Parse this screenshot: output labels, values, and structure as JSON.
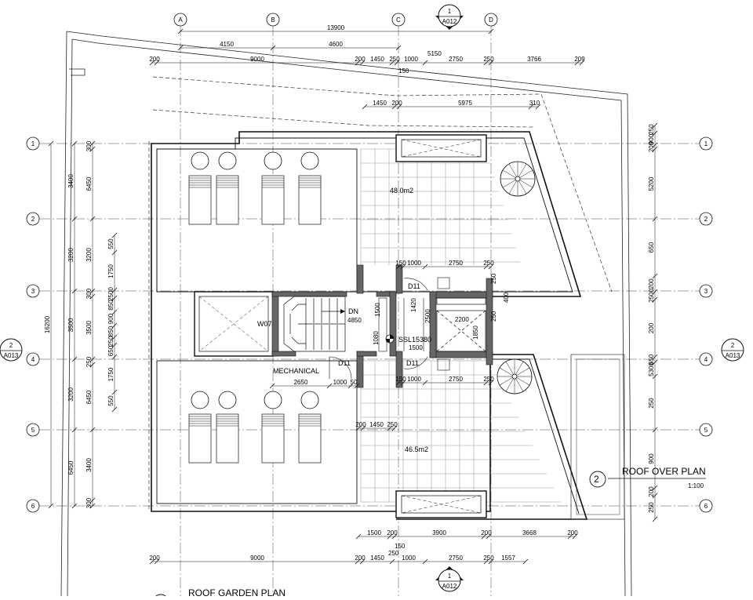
{
  "grid_columns": [
    "A",
    "B",
    "C",
    "D"
  ],
  "grid_rows": [
    "1",
    "2",
    "3",
    "4",
    "5",
    "6"
  ],
  "section_markers": [
    {
      "number": "1",
      "sheet": "A012"
    },
    {
      "number": "1",
      "sheet": "A012"
    },
    {
      "number": "2",
      "sheet": "A013"
    },
    {
      "number": "2",
      "sheet": "A013"
    }
  ],
  "top_dimensions": {
    "overall": "13900",
    "row2": [
      "4150",
      "4600",
      "5150"
    ],
    "row3": [
      "200",
      "9000",
      "200",
      "1450",
      "250",
      "1000",
      "2750",
      "250",
      "3766",
      "209"
    ],
    "small": "150",
    "row4": [
      "1450",
      "200",
      "5975",
      "310"
    ]
  },
  "bottom_dimensions": {
    "row1": [
      "1500",
      "200",
      "3900",
      "200",
      "3668",
      "200"
    ],
    "small": [
      "150",
      "250"
    ],
    "row2": [
      "200",
      "9000",
      "200",
      "1450",
      "1000",
      "2750",
      "250",
      "1557"
    ]
  },
  "left_dimensions": {
    "overall": "16200",
    "outer": [
      "3400",
      "6450",
      "3200",
      "3500",
      "3200",
      "6450",
      "3400"
    ],
    "mid": [
      "300",
      "300",
      "250",
      "250",
      "300"
    ],
    "inner": [
      "550",
      "1750",
      "2500",
      "850",
      "900",
      "850",
      "250",
      "650",
      "1750",
      "550"
    ]
  },
  "right_dimensions": [
    "250",
    "900",
    "200",
    "5200",
    "650",
    "200",
    "2500",
    "200",
    "650",
    "5300",
    "250",
    "900",
    "200",
    "250"
  ],
  "interior_dimensions": {
    "stair_top": [
      "150",
      "1000",
      "2750",
      "250"
    ],
    "stair_bottom": [
      "150",
      "1000",
      "2750",
      "250"
    ],
    "dn_run": "4850",
    "lift_width": "2200",
    "lift_height": "1850",
    "core_small": [
      "1500",
      "1420",
      "2500",
      "1080",
      "1500",
      "250",
      "250",
      "400"
    ],
    "mech": [
      "2650",
      "1000",
      "50"
    ],
    "lower_left": [
      "200",
      "1450",
      "250"
    ]
  },
  "labels": {
    "area_top": "48.0m2",
    "area_bottom": "46.5m2",
    "dn": "DN",
    "window_tag": "W07",
    "door_tags": [
      "D11",
      "D11",
      "D11"
    ],
    "mechanical": "MECHANICAL",
    "level": "SSL15380"
  },
  "titles": {
    "roof_over_number": "2",
    "roof_over_plan": "ROOF OVER PLAN",
    "roof_over_scale": "1:100",
    "roof_garden_plan": "ROOF GARDEN PLAN"
  }
}
